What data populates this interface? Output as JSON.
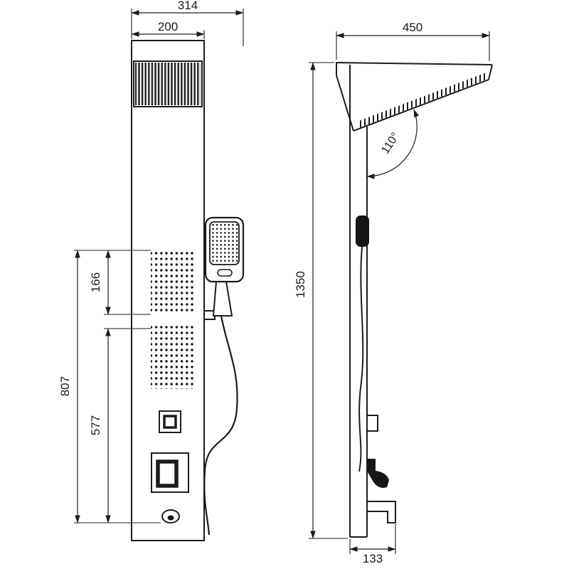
{
  "drawing": {
    "background": "#ffffff",
    "line_color": "#1c1c1c",
    "front_view": {
      "total_width_mm": "314",
      "panel_width_mm": "200",
      "upper_jet_field_height_mm": "166",
      "upper_height_mm": "807",
      "lower_height_mm": "577"
    },
    "side_view": {
      "head_projection_mm": "450",
      "head_angle": "110°",
      "total_height_mm": "1350",
      "spout_projection_mm": "133"
    }
  }
}
